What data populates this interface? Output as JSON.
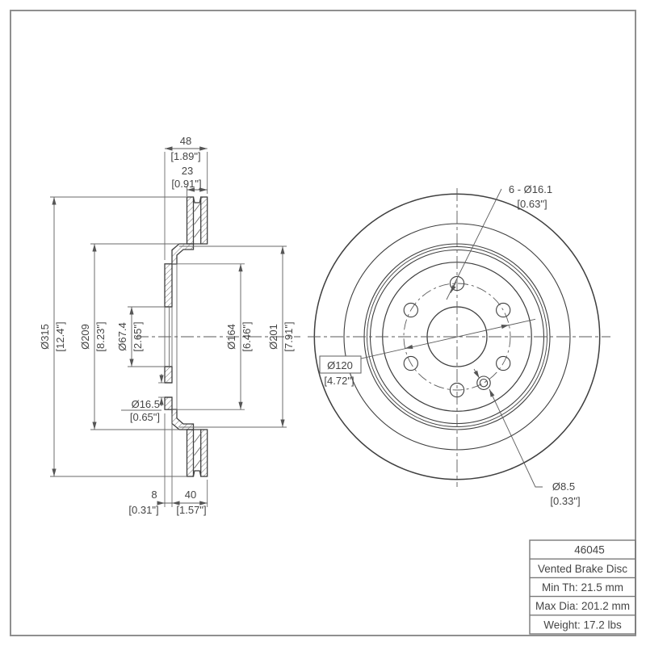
{
  "title_block": {
    "part_number": "46045",
    "description": "Vented Brake Disc",
    "min_th": "Min Th: 21.5 mm",
    "max_dia": "Max Dia: 201.2 mm",
    "weight": "Weight: 17.2 lbs"
  },
  "section_view": {
    "overall_width": {
      "mm": "48",
      "in": "[1.89\"]"
    },
    "disc_thickness": {
      "mm": "23",
      "in": "[0.91\"]"
    },
    "outer_diameter": {
      "mm": "Ø315",
      "in": "[12.4\"]"
    },
    "friction_inner_diameter": {
      "mm": "Ø209",
      "in": "[8.23\"]"
    },
    "center_bore": {
      "mm": "Ø67.4",
      "in": "[2.65\"]"
    },
    "hat_face_diameter": {
      "mm": "Ø164",
      "in": "[6.46\"]"
    },
    "hat_outer_diameter": {
      "mm": "Ø201",
      "in": "[7.91\"]"
    },
    "bolt_hole": {
      "mm": "Ø16.5",
      "in": "[0.65\"]"
    },
    "flange_thickness": {
      "mm": "8",
      "in": "[0.31\"]"
    },
    "hat_depth": {
      "mm": "40",
      "in": "[1.57\"]"
    }
  },
  "front_view": {
    "lug_holes": {
      "mm": "6 - Ø16.1",
      "in": "[0.63\"]"
    },
    "bolt_circle": {
      "mm": "Ø120",
      "in": "[4.72\"]"
    },
    "set_screw": {
      "mm": "Ø8.5",
      "in": "[0.33\"]"
    }
  },
  "colors": {
    "part_line": "#3f3f3f",
    "dim_line": "#6a6a6a",
    "text": "#454545",
    "page_border": "#8f8f8f"
  }
}
